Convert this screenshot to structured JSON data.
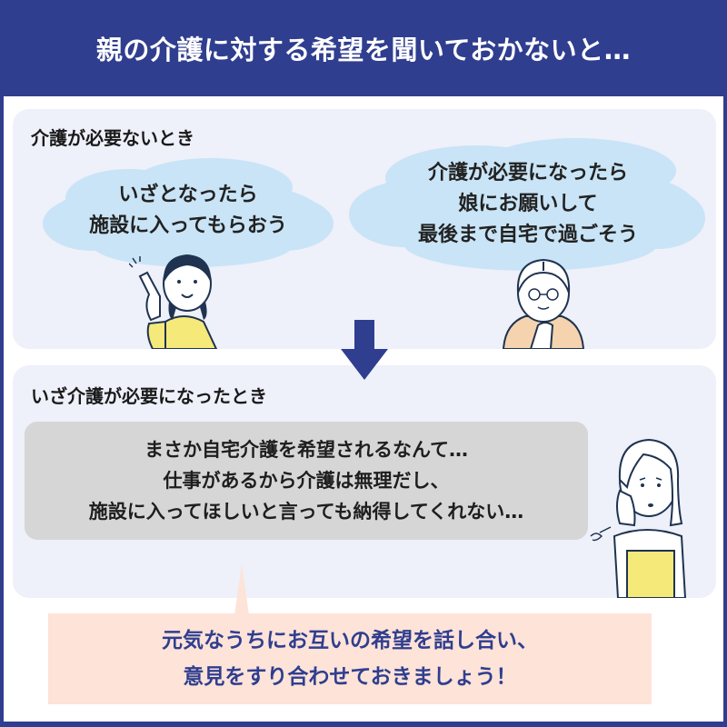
{
  "header": {
    "title": "親の介護に対する希望を聞いておかないと…"
  },
  "colors": {
    "frame": "#2f3e8f",
    "panel_bg": "#eef0fa",
    "cloud": "#c9e4f6",
    "bubble": "#d6d6d6",
    "callout_bg": "#fde3d8",
    "callout_text": "#2f3e8f",
    "arrow": "#2f3e8f"
  },
  "section_before": {
    "label": "介護が必要ないとき",
    "daughter_thought": {
      "lines": [
        "いざとなったら",
        "施設に入ってもらおう"
      ]
    },
    "parent_thought": {
      "lines": [
        "介護が必要になったら",
        "娘にお願いして",
        "最後まで自宅で過ごそう"
      ]
    },
    "daughter_icon": "woman-pointing-icon",
    "parent_icon": "elderly-woman-icon"
  },
  "arrow_icon": "down-arrow-icon",
  "section_after": {
    "label": "いざ介護が必要になったとき",
    "speech": {
      "lines": [
        "まさか自宅介護を希望されるなんて…",
        "仕事があるから介護は無理だし、",
        "施設に入ってほしいと言っても納得してくれない…"
      ]
    },
    "daughter_icon": "worried-woman-icon"
  },
  "advice": {
    "lines": [
      "元気なうちにお互いの希望を話し合い、",
      "意見をすり合わせておきましょう！"
    ]
  }
}
